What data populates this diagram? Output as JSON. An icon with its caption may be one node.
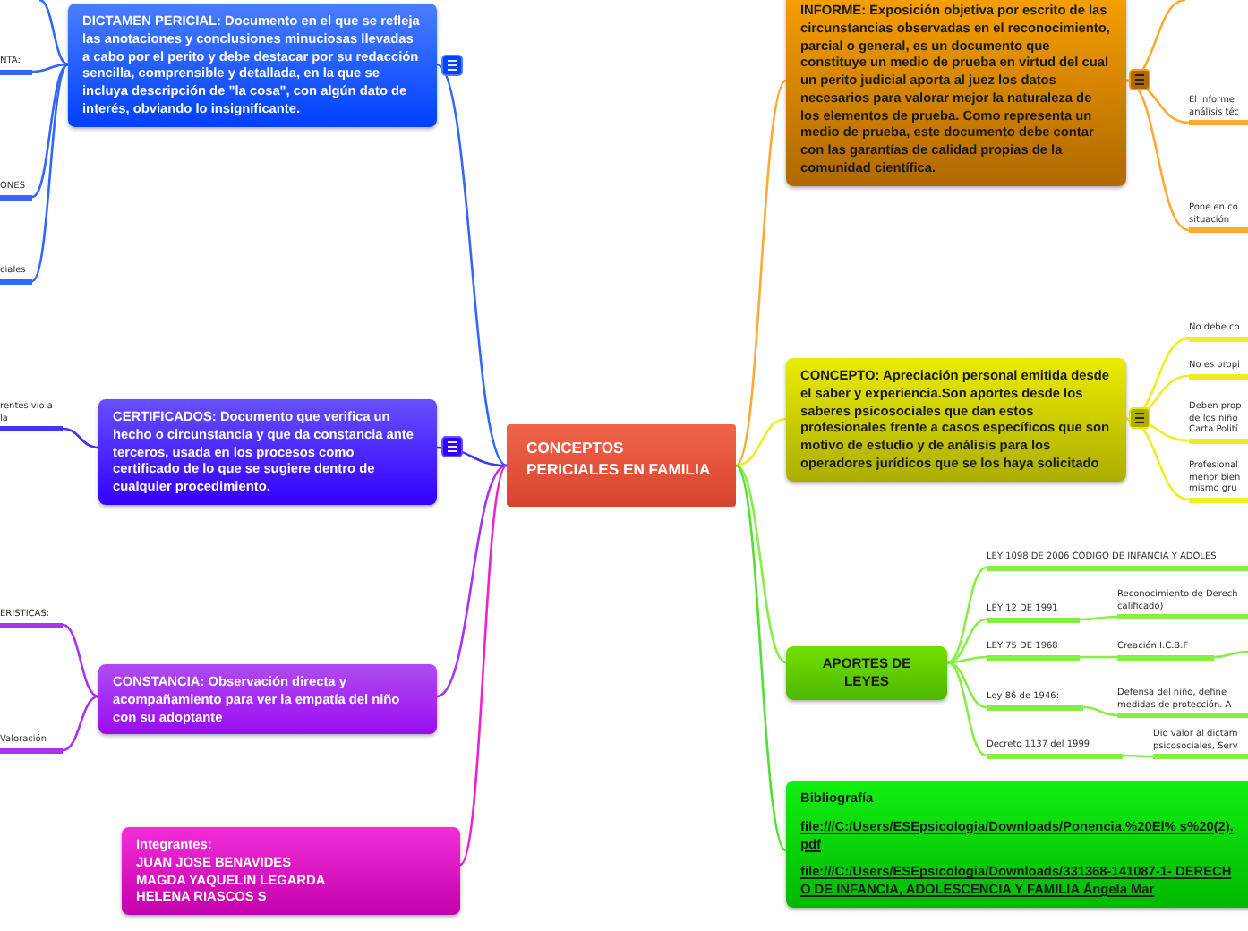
{
  "diagram": {
    "nodes": [
      {
        "text": [
          "CONCEPTOS PERICIALES EN FAMILIA"
        ]
      },
      {
        "text": [
          "DICTAMEN PERICIAL: Documento en el que se refleja las anotaciones y conclusiones minuciosas llevadas a cabo por el perito y debe destacar por su redacción sencilla, comprensible y detallada, en la que se incluya descripción de \"la cosa\", con algún dato de interés, obviando lo insignificante."
        ]
      },
      {
        "text": [
          "CERTIFICADOS: Documento que verifica un hecho o circunstancia y que da constancia ante terceros, usada en los procesos como certificado de lo que se sugiere dentro de cualquier procedimiento."
        ]
      },
      {
        "text": [
          "CONSTANCIA: Observación directa y acompañamiento para ver la empatía del niño con su adoptante"
        ]
      },
      {
        "text": [
          "Integrantes:",
          "JUAN JOSE BENAVIDES",
          "MAGDA YAQUELIN LEGARDA",
          "HELENA RIASCOS S"
        ]
      },
      {
        "text": [
          "INFORME: Exposición objetiva por escrito de las circunstancias observadas en el reconocimiento, parcial o general, es un documento que constituye un medio de prueba en virtud del cual un perito judicial aporta al juez los datos necesarios para valorar mejor la naturaleza de los elementos de prueba.  Como representa un medio de prueba, este documento debe contar con las garantías de calidad propias de la comunidad científica."
        ]
      },
      {
        "text": [
          "CONCEPTO: Apreciación personal emitida desde el saber y experiencia.Son aportes desde los saberes psicosociales que dan estos profesionales frente a casos específicos que son motivo de estudio y de análisis para los operadores jurídicos que se los haya solicitado"
        ]
      },
      {
        "text": [
          "APORTES DE LEYES"
        ]
      },
      {
        "text": [
          "Bibliografía",
          "file:///C:/Users/ESEpsicologia/Downloads/Ponencia.%20El% s%20(2).pdf",
          "file:///C:/Users/ESEpsicologia/Downloads/331368-141087-1- DERECHO DE INFANCIA, ADOLESCENCIA Y FAMILIA Ángela Mar"
        ]
      },
      {
        "text": [
          "NTA:"
        ]
      },
      {
        "text": [
          "ONES"
        ]
      },
      {
        "text": [
          "ciales"
        ]
      },
      {
        "text": [
          "rentes vio a la"
        ]
      },
      {
        "text": [
          "ERISTICAS:"
        ]
      },
      {
        "text": [
          "Valoración"
        ]
      },
      {
        "text": [
          "El informe análisis téc"
        ]
      },
      {
        "text": [
          "Pone en co situación"
        ]
      },
      {
        "text": [
          "No debe co"
        ]
      },
      {
        "text": [
          "No es propi"
        ]
      },
      {
        "text": [
          "Deben prop de los niño Carta Polití"
        ]
      },
      {
        "text": [
          "Profesional menor bien mismo gru"
        ]
      },
      {
        "text": [
          "LEY 1098 DE 2006 CÓDIGO DE INFANCIA Y ADOLES"
        ]
      },
      {
        "text": [
          "LEY 12 DE 1991"
        ]
      },
      {
        "text": [
          "Reconocimiento de Derech calificado)"
        ]
      },
      {
        "text": [
          "LEY 75 DE 1968"
        ]
      },
      {
        "text": [
          "Creación I.C.B.F"
        ]
      },
      {
        "text": [
          "Ley 86 de 1946:"
        ]
      },
      {
        "text": [
          "Defensa del niño, define medidas de protección. A"
        ]
      },
      {
        "text": [
          "Decreto 1137 del 1999"
        ]
      },
      {
        "text": [
          "Dio valor al dictam psicosociales, Serv"
        ]
      }
    ],
    "edges": [
      {
        "from": 0,
        "to": 1,
        "arrow": "none",
        "color": "#3366ff"
      },
      {
        "from": 0,
        "to": 2,
        "arrow": "none",
        "color": "#4433ff"
      },
      {
        "from": 0,
        "to": 3,
        "arrow": "none",
        "color": "#aa33ee"
      },
      {
        "from": 0,
        "to": 4,
        "arrow": "none",
        "color": "#ee22cc"
      },
      {
        "from": 0,
        "to": 5,
        "arrow": "none",
        "color": "#ffaa33"
      },
      {
        "from": 0,
        "to": 6,
        "arrow": "none",
        "color": "#eeee22"
      },
      {
        "from": 0,
        "to": 7,
        "arrow": "none",
        "color": "#88ee44"
      },
      {
        "from": 0,
        "to": 8,
        "arrow": "none",
        "color": "#55dd33"
      },
      {
        "from": 1,
        "to": null,
        "arrow": "none",
        "color": "#3366ff"
      },
      {
        "from": 1,
        "to": 9,
        "arrow": "none",
        "color": "#3366ff"
      },
      {
        "from": 1,
        "to": 10,
        "arrow": "none",
        "color": "#3366ff"
      },
      {
        "from": 1,
        "to": 11,
        "arrow": "none",
        "color": "#3366ff"
      },
      {
        "from": 2,
        "to": 12,
        "arrow": "none",
        "color": "#4433ff"
      },
      {
        "from": 3,
        "to": 13,
        "arrow": "none",
        "color": "#aa33ee"
      },
      {
        "from": 3,
        "to": 14,
        "arrow": "none",
        "color": "#aa33ee"
      },
      {
        "from": 5,
        "to": null,
        "arrow": "none",
        "color": "#ffaa33"
      },
      {
        "from": 5,
        "to": 15,
        "arrow": "none",
        "color": "#ffaa33"
      },
      {
        "from": 5,
        "to": 16,
        "arrow": "none",
        "color": "#ffaa33"
      },
      {
        "from": 6,
        "to": 17,
        "arrow": "none",
        "color": "#eeee22"
      },
      {
        "from": 6,
        "to": 18,
        "arrow": "none",
        "color": "#eeee22"
      },
      {
        "from": 6,
        "to": 19,
        "arrow": "none",
        "color": "#eeee22"
      },
      {
        "from": 6,
        "to": 20,
        "arrow": "none",
        "color": "#eeee22"
      },
      {
        "from": 7,
        "to": 21,
        "arrow": "none",
        "color": "#88ee44"
      },
      {
        "from": 7,
        "to": 22,
        "arrow": "none",
        "color": "#88ee44"
      },
      {
        "from": 22,
        "to": 23,
        "arrow": "none",
        "color": "#88ee44"
      },
      {
        "from": 7,
        "to": 24,
        "arrow": "none",
        "color": "#88ee44"
      },
      {
        "from": 24,
        "to": 25,
        "arrow": "none",
        "color": "#88ee44"
      },
      {
        "from": 25,
        "to": null,
        "arrow": "none",
        "color": "#88ee44"
      },
      {
        "from": 7,
        "to": 26,
        "arrow": "none",
        "color": "#88ee44"
      },
      {
        "from": 26,
        "to": 27,
        "arrow": "none",
        "color": "#88ee44"
      },
      {
        "from": 7,
        "to": 28,
        "arrow": "none",
        "color": "#88ee44"
      },
      {
        "from": 28,
        "to": 29,
        "arrow": "none",
        "color": "#88ee44"
      }
    ]
  }
}
